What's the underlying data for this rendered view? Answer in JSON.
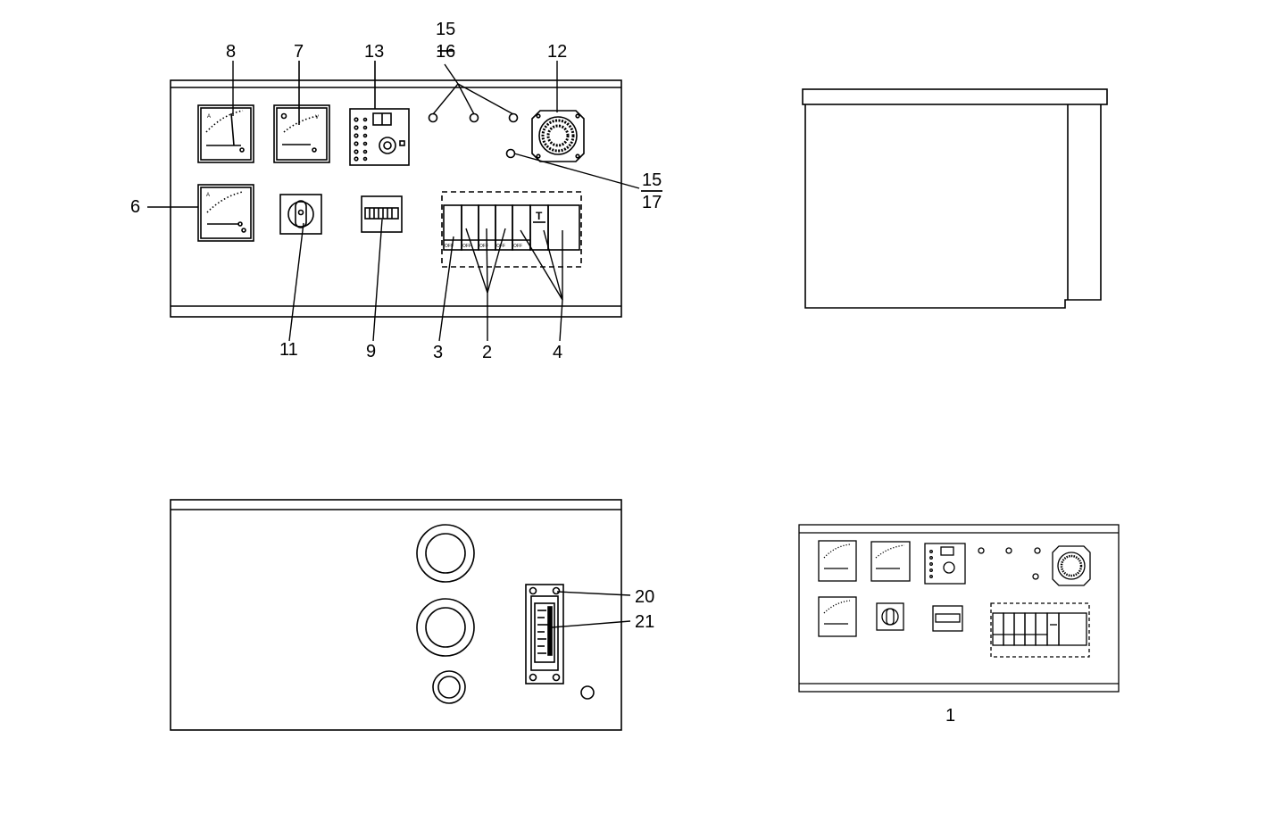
{
  "callouts": {
    "c8": "8",
    "c7": "7",
    "c13": "13",
    "c15_16_num": "15",
    "c15_16_den": "16",
    "c12": "12",
    "c6": "6",
    "c15_17_num": "15",
    "c15_17_den": "17",
    "c11": "11",
    "c9": "9",
    "c3": "3",
    "c2": "2",
    "c4": "4",
    "c20": "20",
    "c21": "21",
    "c1": "1"
  },
  "gauges": {
    "ammeter_label": "A",
    "voltmeter_label": "V"
  },
  "breakers": {
    "off_label": "OFF",
    "t_label": "T"
  },
  "colors": {
    "line": "#000000",
    "background": "#ffffff"
  }
}
